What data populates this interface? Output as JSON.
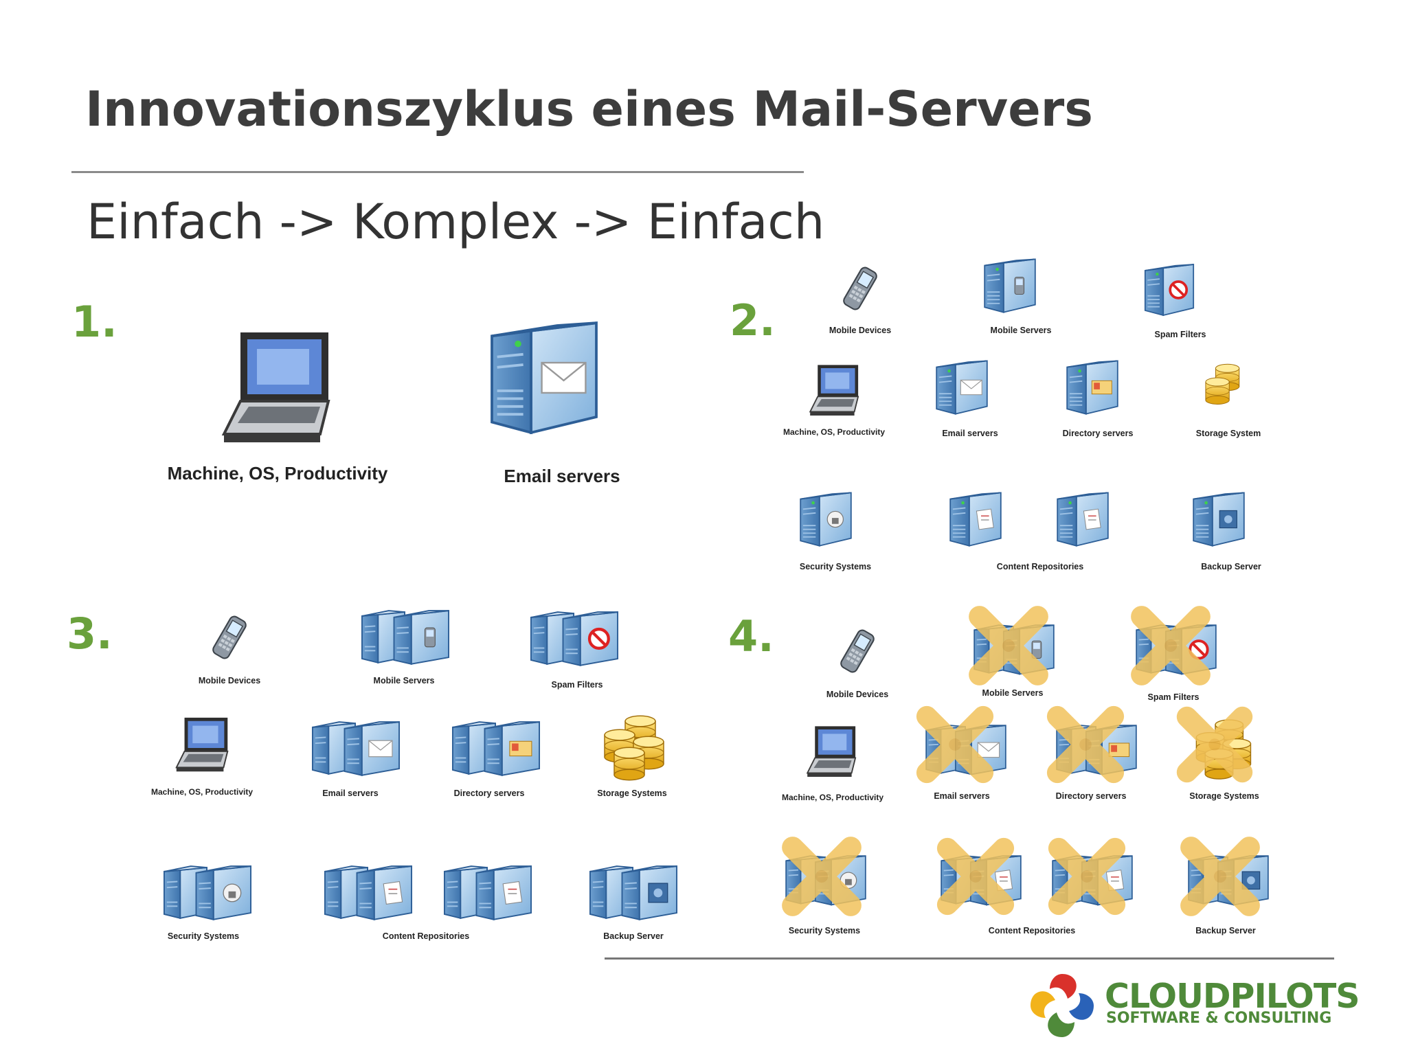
{
  "slide": {
    "title": "Innovationszyklus eines Mail-Servers",
    "subtitle": "Einfach -> Komplex -> Einfach"
  },
  "accent_color": "#6aa13c",
  "panels": {
    "p1": {
      "number": "1.",
      "items": [
        {
          "icon": "laptop-icon",
          "label": "Machine, OS, Productivity"
        },
        {
          "icon": "email-server-icon",
          "label": "Email servers"
        }
      ]
    },
    "p2": {
      "number": "2.",
      "items": [
        {
          "icon": "mobile-device-icon",
          "label": "Mobile Devices"
        },
        {
          "icon": "mobile-server-icon",
          "label": "Mobile Servers"
        },
        {
          "icon": "spam-filter-server-icon",
          "label": "Spam Filters"
        },
        {
          "icon": "laptop-icon",
          "label": "Machine, OS, Productivity"
        },
        {
          "icon": "email-server-icon",
          "label": "Email servers"
        },
        {
          "icon": "directory-server-icon",
          "label": "Directory servers"
        },
        {
          "icon": "storage-system-icon",
          "label": "Storage System"
        },
        {
          "icon": "security-server-icon",
          "label": "Security Systems"
        },
        {
          "icon": "content-repository-icon",
          "label": "Content Repositories"
        },
        {
          "icon": "backup-server-icon",
          "label": "Backup Server"
        }
      ]
    },
    "p3": {
      "number": "3.",
      "items": [
        {
          "icon": "mobile-device-icon",
          "label": "Mobile Devices"
        },
        {
          "icon": "mobile-server-cluster-icon",
          "label": "Mobile Servers"
        },
        {
          "icon": "spam-filter-cluster-icon",
          "label": "Spam Filters"
        },
        {
          "icon": "laptop-icon",
          "label": "Machine, OS, Productivity"
        },
        {
          "icon": "email-server-cluster-icon",
          "label": "Email servers"
        },
        {
          "icon": "directory-server-cluster-icon",
          "label": "Directory servers"
        },
        {
          "icon": "storage-systems-icon",
          "label": "Storage Systems"
        },
        {
          "icon": "security-cluster-icon",
          "label": "Security Systems"
        },
        {
          "icon": "content-repository-cluster-icon",
          "label": "Content Repositories"
        },
        {
          "icon": "backup-server-cluster-icon",
          "label": "Backup Server"
        }
      ]
    },
    "p4": {
      "number": "4.",
      "items": [
        {
          "icon": "mobile-device-icon",
          "label": "Mobile Devices",
          "crossed": false
        },
        {
          "icon": "mobile-server-cluster-icon",
          "label": "Mobile Servers",
          "crossed": true
        },
        {
          "icon": "spam-filter-cluster-icon",
          "label": "Spam Filters",
          "crossed": true
        },
        {
          "icon": "laptop-icon",
          "label": "Machine, OS, Productivity",
          "crossed": false
        },
        {
          "icon": "email-server-cluster-icon",
          "label": "Email servers",
          "crossed": true
        },
        {
          "icon": "directory-server-cluster-icon",
          "label": "Directory servers",
          "crossed": true
        },
        {
          "icon": "storage-systems-icon",
          "label": "Storage Systems",
          "crossed": true
        },
        {
          "icon": "security-cluster-icon",
          "label": "Security Systems",
          "crossed": true
        },
        {
          "icon": "content-repository-cluster-icon",
          "label": "Content Repositories",
          "crossed": true
        },
        {
          "icon": "backup-server-cluster-icon",
          "label": "Backup Server",
          "crossed": true
        }
      ]
    }
  },
  "logo": {
    "name": "CLOUDPILOTS",
    "tagline": "SOFTWARE & CONSULTING",
    "colors": [
      "#d9312b",
      "#2a62b8",
      "#4f8a3a",
      "#f2b31b"
    ]
  }
}
